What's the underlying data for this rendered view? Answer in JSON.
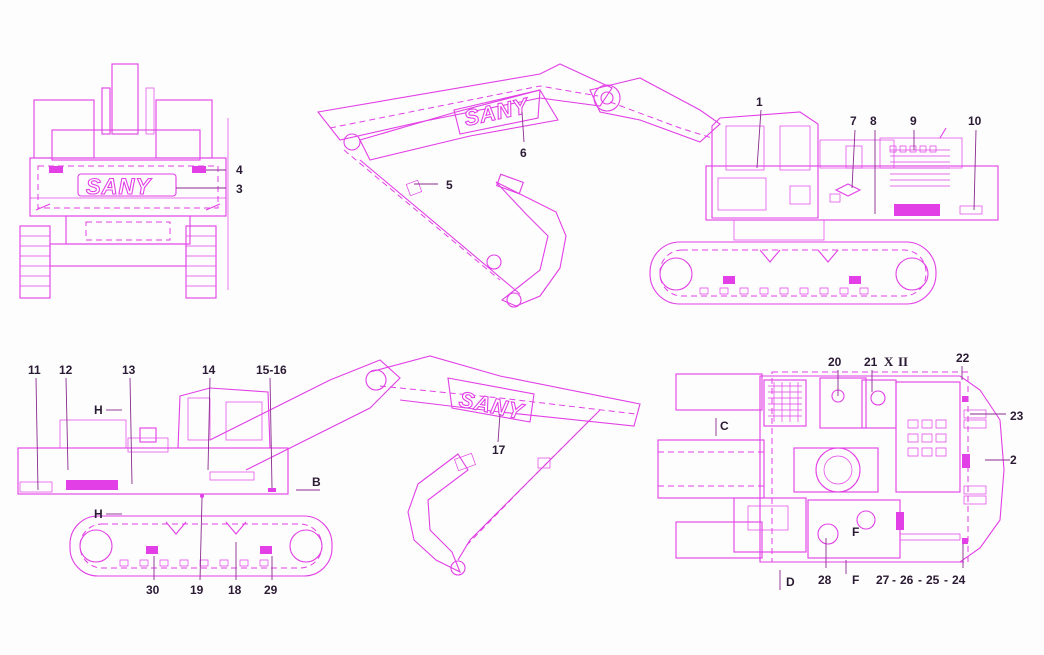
{
  "brand": "SANY",
  "colors": {
    "linework": "#e23fe6",
    "labels": "#2a1a33",
    "background": "#fdfdfd"
  },
  "labels": {
    "n1": "1",
    "n2": "2",
    "n3": "3",
    "n4": "4",
    "n5": "5",
    "n6": "6",
    "n7": "7",
    "n8": "8",
    "n9": "9",
    "n10": "10",
    "n11": "11",
    "n12": "12",
    "n13": "13",
    "n14": "14",
    "n15_16": "15-16",
    "n17": "17",
    "n18": "18",
    "n19": "19",
    "n20": "20",
    "n21": "21",
    "n22": "22",
    "n23": "23",
    "n24": "24",
    "n25": "25",
    "n26": "26",
    "n27": "27",
    "n28": "28",
    "n29": "29",
    "n30": "30",
    "view_X": "X",
    "view_II": "II",
    "H_top": "H",
    "H_bottom": "H",
    "B": "B",
    "C": "C",
    "D": "D",
    "F_inside": "F",
    "F_below": "F"
  }
}
